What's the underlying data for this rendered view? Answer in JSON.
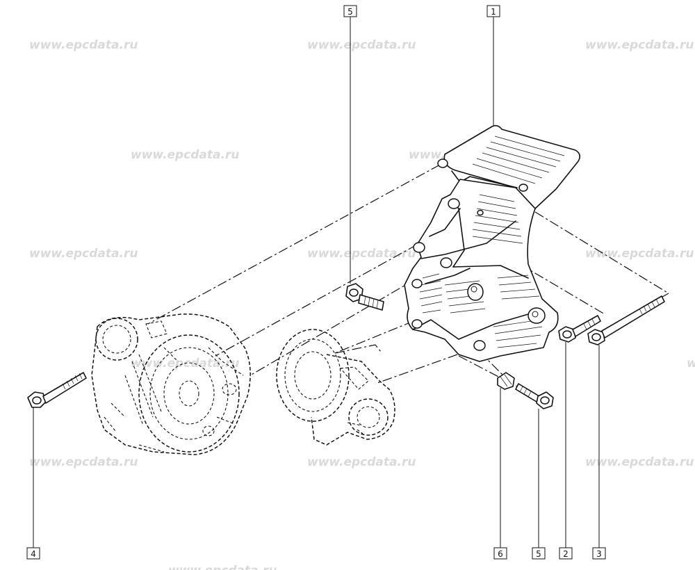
{
  "watermark": {
    "text": "www.epcdata.ru",
    "color": "#d9d9d9"
  },
  "callouts": [
    {
      "id": "c1",
      "number": "1"
    },
    {
      "id": "c2",
      "number": "2"
    },
    {
      "id": "c3",
      "number": "3"
    },
    {
      "id": "c4",
      "number": "4"
    },
    {
      "id": "c5a",
      "number": "5"
    },
    {
      "id": "c5b",
      "number": "5"
    },
    {
      "id": "c6",
      "number": "6"
    }
  ]
}
